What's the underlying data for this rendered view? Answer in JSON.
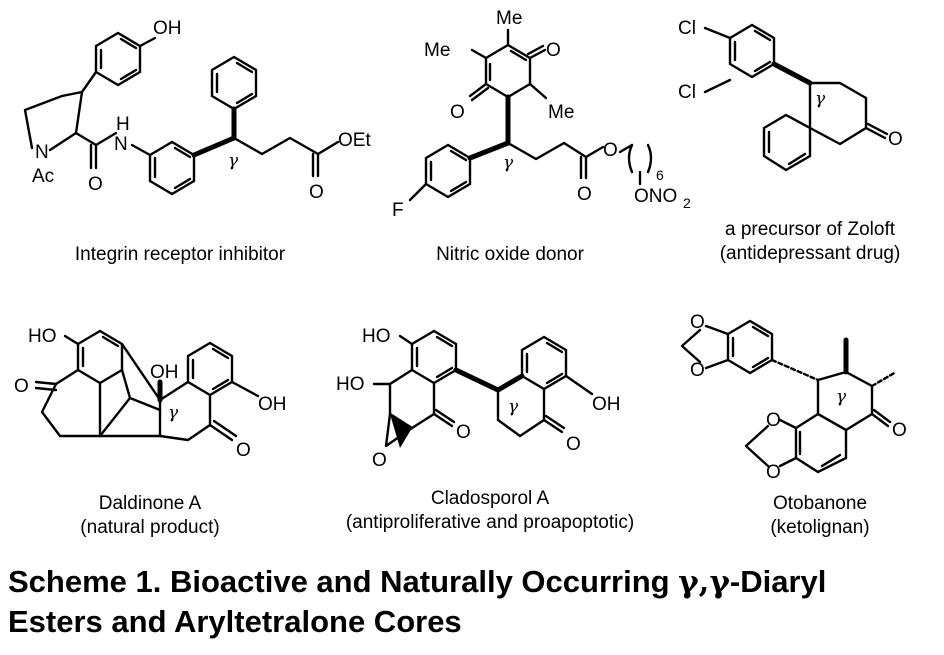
{
  "compounds": [
    {
      "name": "Integrin receptor inhibitor",
      "note": ""
    },
    {
      "name": "Nitric oxide donor",
      "note": ""
    },
    {
      "name": "a precursor of Zoloft",
      "note": "(antidepressant drug)"
    },
    {
      "name": "Daldinone A",
      "note": "(natural product)"
    },
    {
      "name": "Cladosporol A",
      "note": "(antiproliferative and proapoptotic)"
    },
    {
      "name": "Otobanone",
      "note": "(ketolignan)"
    }
  ],
  "atom_labels": {
    "oh": "OH",
    "ho": "HO",
    "o": "O",
    "n": "N",
    "h": "H",
    "ac": "Ac",
    "oet": "OEt",
    "me": "Me",
    "f": "F",
    "cl": "Cl",
    "six": "6",
    "ono": "ONO",
    "two": "2",
    "gamma": "γ"
  },
  "title": {
    "line1_start": "Scheme 1. Bioactive and Naturally Occurring ",
    "gamma_pair": "γ,γ",
    "line1_end": "-Diaryl",
    "line2": "Esters and Aryltetralone Cores"
  }
}
